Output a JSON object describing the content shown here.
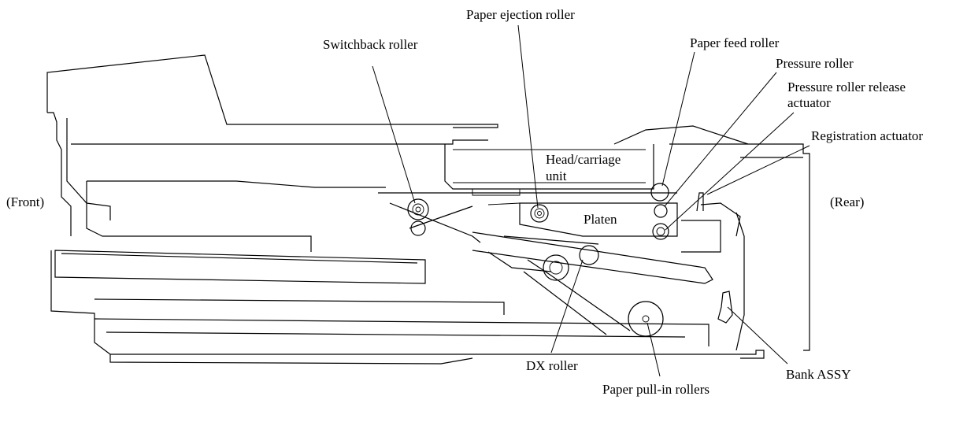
{
  "labels": {
    "switchback_roller": "Switchback roller",
    "paper_ejection_roller": "Paper ejection roller",
    "paper_feed_roller": "Paper feed roller",
    "pressure_roller": "Pressure roller",
    "pressure_roller_release_actuator_1": "Pressure roller release",
    "pressure_roller_release_actuator_2": "actuator",
    "registration_actuator": "Registration actuator",
    "head_carriage_unit_1": "Head/carriage",
    "head_carriage_unit_2": "unit",
    "platen": "Platen",
    "front": "(Front)",
    "rear": "(Rear)",
    "dx_roller": "DX roller",
    "paper_pull_in_rollers": "Paper pull-in rollers",
    "bank_assy": "Bank ASSY"
  }
}
